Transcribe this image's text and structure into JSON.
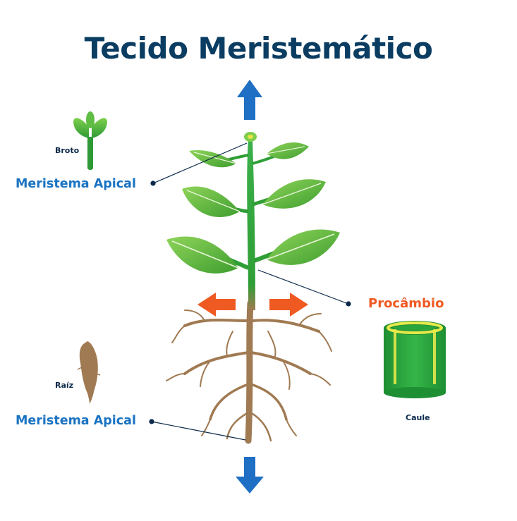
{
  "title": "Tecido Meristemático",
  "labels": {
    "broto": "Broto",
    "meristema_apical_top": "Meristema Apical",
    "procambio": "Procâmbio",
    "raiz": "Raíz",
    "meristema_apical_bottom": "Meristema Apical",
    "caule": "Caule"
  },
  "colors": {
    "title": "#0b3d62",
    "label_blue": "#1a73c2",
    "label_orange": "#ef5a23",
    "arrow_blue": "#1f6fc4",
    "arrow_orange": "#ef5a23",
    "leaf": "#5bb83d",
    "stem": "#2f9e36",
    "root": "#a07a52",
    "tube": "#27a13a",
    "tube_rim": "#e7e94a"
  }
}
